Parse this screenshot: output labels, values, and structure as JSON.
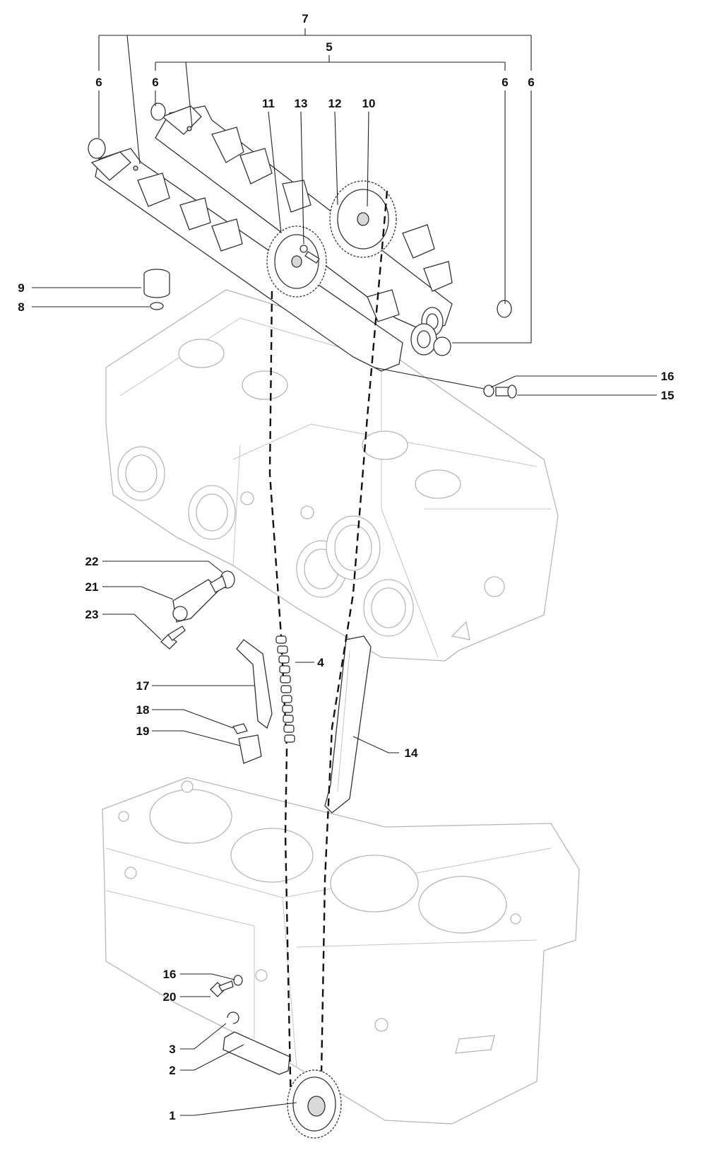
{
  "diagram": {
    "callouts": {
      "c7": "7",
      "c5": "5",
      "c6a": "6",
      "c6b": "6",
      "c6c": "6",
      "c6d": "6",
      "c11": "11",
      "c13": "13",
      "c12": "12",
      "c10": "10",
      "c9": "9",
      "c8": "8",
      "c16a": "16",
      "c15": "15",
      "c22": "22",
      "c21": "21",
      "c23": "23",
      "c4": "4",
      "c17": "17",
      "c18": "18",
      "c19": "19",
      "c14": "14",
      "c16b": "16",
      "c20": "20",
      "c3": "3",
      "c2": "2",
      "c1": "1"
    },
    "colors": {
      "line": "#333333",
      "ghost": "#b7b7b7",
      "background": "#ffffff"
    }
  }
}
